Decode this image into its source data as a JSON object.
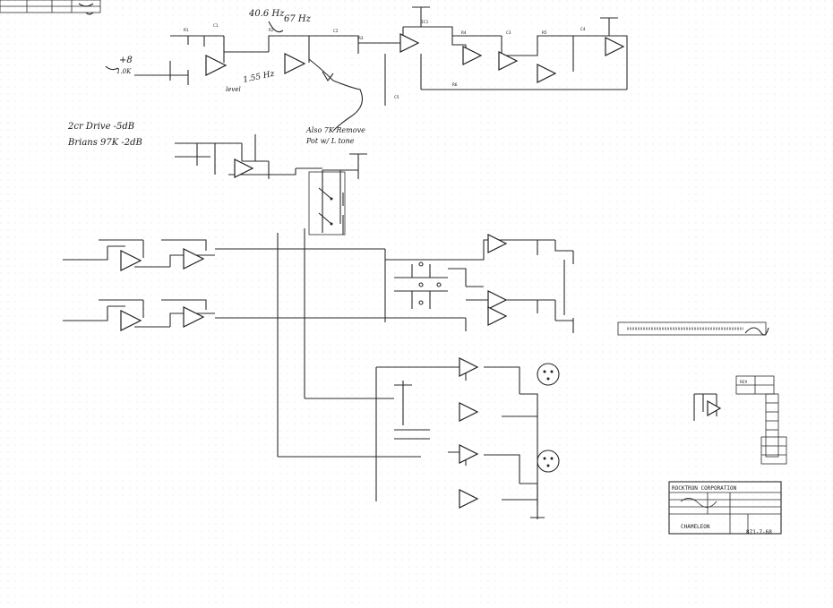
{
  "handwritten_notes": {
    "note_top_left_freq": "40.6 Hz",
    "note_top_right_freq": "67 Hz",
    "note_plus_eight": "+8",
    "note_plus_eight_sub": "1.0K",
    "note_1k55": "1.55 Hz",
    "note_level": "level",
    "note_remove": "Also 7K Remove",
    "note_pot": "Pot w/ L tone",
    "note_2cr_drive": "2cr Drive -5dB",
    "note_brians": "Brians 97K -2dB"
  },
  "title_block": {
    "company": "ROCKTRON CORPORATION",
    "product": "CHAMELEON",
    "drawing_number": "871-7-68"
  },
  "revision_block": {
    "header": "REV"
  }
}
